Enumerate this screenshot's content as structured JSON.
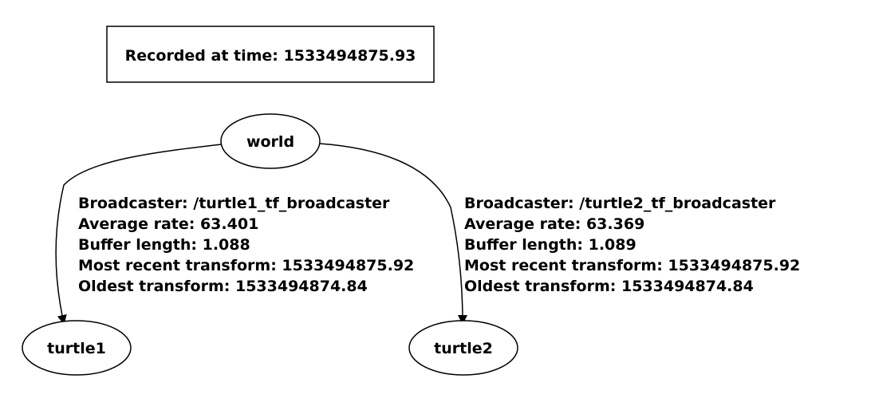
{
  "header": {
    "recorded_text": "Recorded at time: 1533494875.93"
  },
  "nodes": {
    "world": "world",
    "turtle1": "turtle1",
    "turtle2": "turtle2"
  },
  "edges": [
    {
      "from": "world",
      "to": "turtle1",
      "lines": [
        "Broadcaster: /turtle1_tf_broadcaster",
        "Average rate: 63.401",
        "Buffer length: 1.088",
        "Most recent transform: 1533494875.92",
        "Oldest transform: 1533494874.84"
      ]
    },
    {
      "from": "world",
      "to": "turtle2",
      "lines": [
        "Broadcaster: /turtle2_tf_broadcaster",
        "Average rate: 63.369",
        "Buffer length: 1.089",
        "Most recent transform: 1533494875.92",
        "Oldest transform: 1533494874.84"
      ]
    }
  ],
  "colors": {
    "stroke": "#000000",
    "background": "#ffffff"
  }
}
